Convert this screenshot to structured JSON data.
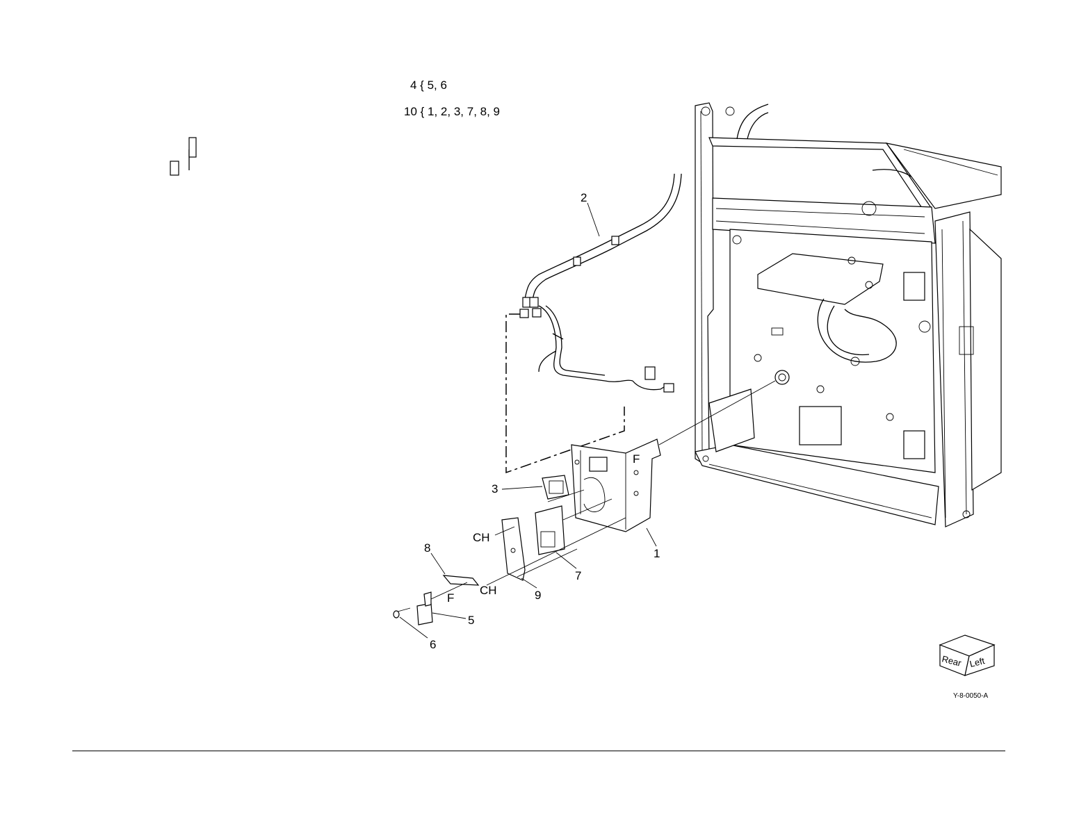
{
  "legend": [
    "4 { 5, 6",
    "10 { 1, 2, 3, 7, 8, 9"
  ],
  "callouts": {
    "c1": "1",
    "c2": "2",
    "c3": "3",
    "c5": "5",
    "c6": "6",
    "c7": "7",
    "c8": "8",
    "c9": "9",
    "f_top": "F",
    "f_bottom": "F",
    "ch_left": "CH",
    "ch_bottom": "CH"
  },
  "orientation_cube": {
    "face_rear": "Rear",
    "face_left": "Left"
  },
  "figure_id": "Y-8-0050-A"
}
